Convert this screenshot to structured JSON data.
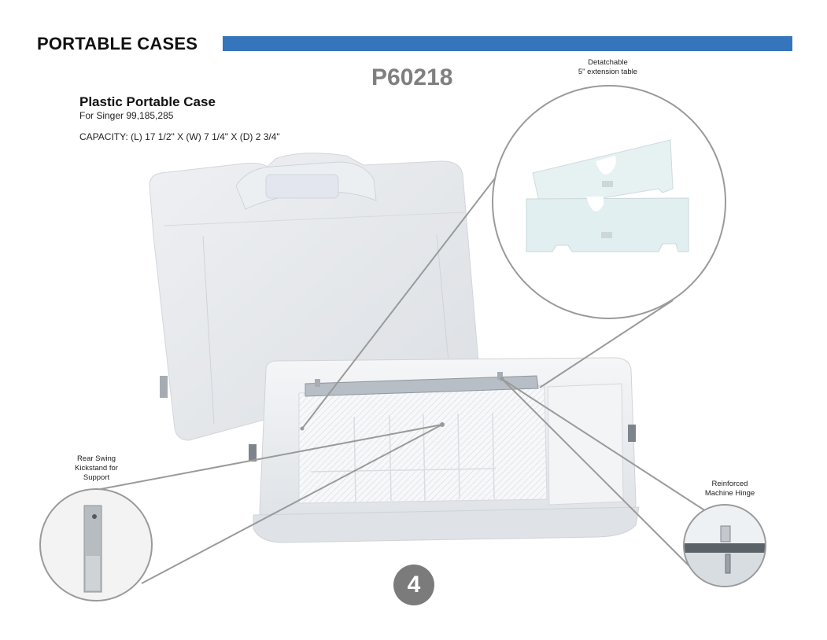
{
  "header": {
    "section_title": "PORTABLE CASES",
    "bar_color": "#3575bb"
  },
  "product": {
    "model_number": "P60218",
    "name": "Plastic Portable Case",
    "compatibility": "For Singer 99,185,285",
    "capacity": "CAPACITY: (L) 17 1/2\" X (W) 7 1/4\" X (D) 2 3/4\""
  },
  "callouts": {
    "extension_table": {
      "line1": "Detatchable",
      "line2": "5\" extension table"
    },
    "kickstand": {
      "line1": "Rear Swing",
      "line2": "Kickstand for",
      "line3": "Support"
    },
    "hinge": {
      "line1": "Reinforced",
      "line2": "Machine Hinge"
    }
  },
  "footer": {
    "page_number": "4",
    "badge_color": "#7b7b7b"
  }
}
